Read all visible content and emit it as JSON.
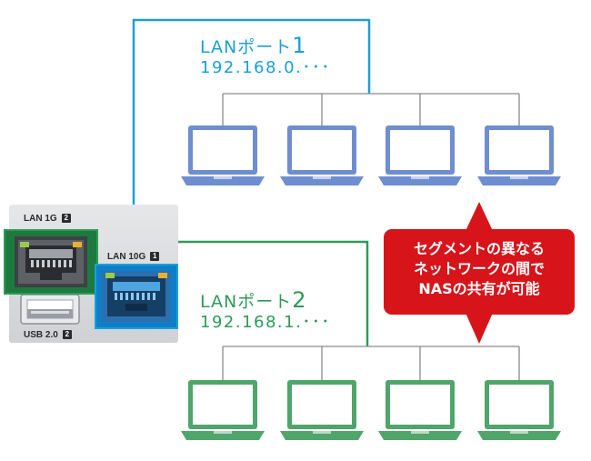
{
  "lan_port_1": {
    "title": "LANポート",
    "number": "1",
    "address": "192.168.0.･･･"
  },
  "lan_port_2": {
    "title": "LANポート",
    "number": "2",
    "address": "192.168.1.･･･"
  },
  "device": {
    "port_lan1g": {
      "label": "LAN 1G",
      "badge": "2"
    },
    "port_lan10g": {
      "label": "LAN 10G",
      "badge": "1"
    },
    "port_usb": {
      "label": "USB 2.0",
      "badge": "2"
    }
  },
  "callout": {
    "lines": [
      "セグメントの異なる",
      "ネットワークの間で",
      "NASの共有が可能"
    ]
  },
  "colors": {
    "lan1": "#1b9fd8",
    "lan2": "#2f9a57",
    "laptop_blue": "#6f8ed0",
    "laptop_green": "#4fa56a",
    "callout": "#d7141a"
  }
}
